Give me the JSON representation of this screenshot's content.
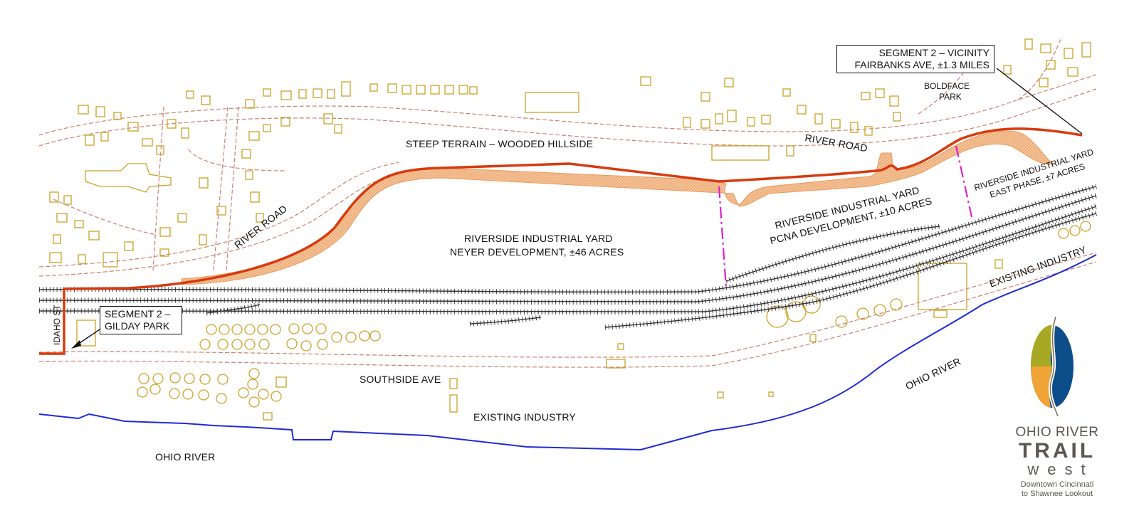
{
  "labels": {
    "steep_terrain": "STEEP TERRAIN – WOODED HILLSIDE",
    "river_road_west": "RIVER ROAD",
    "river_road_east": "RIVER ROAD",
    "boldface_park": [
      "BOLDFACE",
      "PARK"
    ],
    "neyer_yard": [
      "RIVERSIDE INDUSTRIAL YARD",
      "NEYER DEVELOPMENT, ±46 ACRES"
    ],
    "pcna_yard": [
      "RIVERSIDE INDUSTRIAL YARD",
      "PCNA DEVELOPMENT, ±10 ACRES"
    ],
    "east_yard": [
      "RIVERSIDE INDUSTRIAL YARD",
      "EAST PHASE, ±7 ACRES"
    ],
    "existing_industry_east": "EXISTING INDUSTRY",
    "existing_industry_south": "EXISTING INDUSTRY",
    "southside_ave": "SOUTHSIDE AVE",
    "ohio_river_west": "OHIO RIVER",
    "ohio_river_east": "OHIO RIVER",
    "idaho_st": "IDAHO ST"
  },
  "callouts": {
    "vicinity": [
      "SEGMENT 2 – VICINITY",
      "FAIRBANKS AVE, ±1.3 MILES"
    ],
    "gilday": [
      "SEGMENT 2 –",
      "GILDAY PARK"
    ]
  },
  "logo": {
    "line1": "OHIO RIVER",
    "line2": "TRAIL",
    "line3": "west",
    "line4": "Downtown Cincinnati",
    "line5": "to Shawnee Lookout"
  },
  "colors": {
    "trail": "#d73a0f",
    "trail_fill": "#f6c49b",
    "roads": "#c98070",
    "buildings": "#c9a227",
    "railroad": "#333333",
    "river": "#1f2bd6",
    "phase_line": "#e020c8"
  }
}
